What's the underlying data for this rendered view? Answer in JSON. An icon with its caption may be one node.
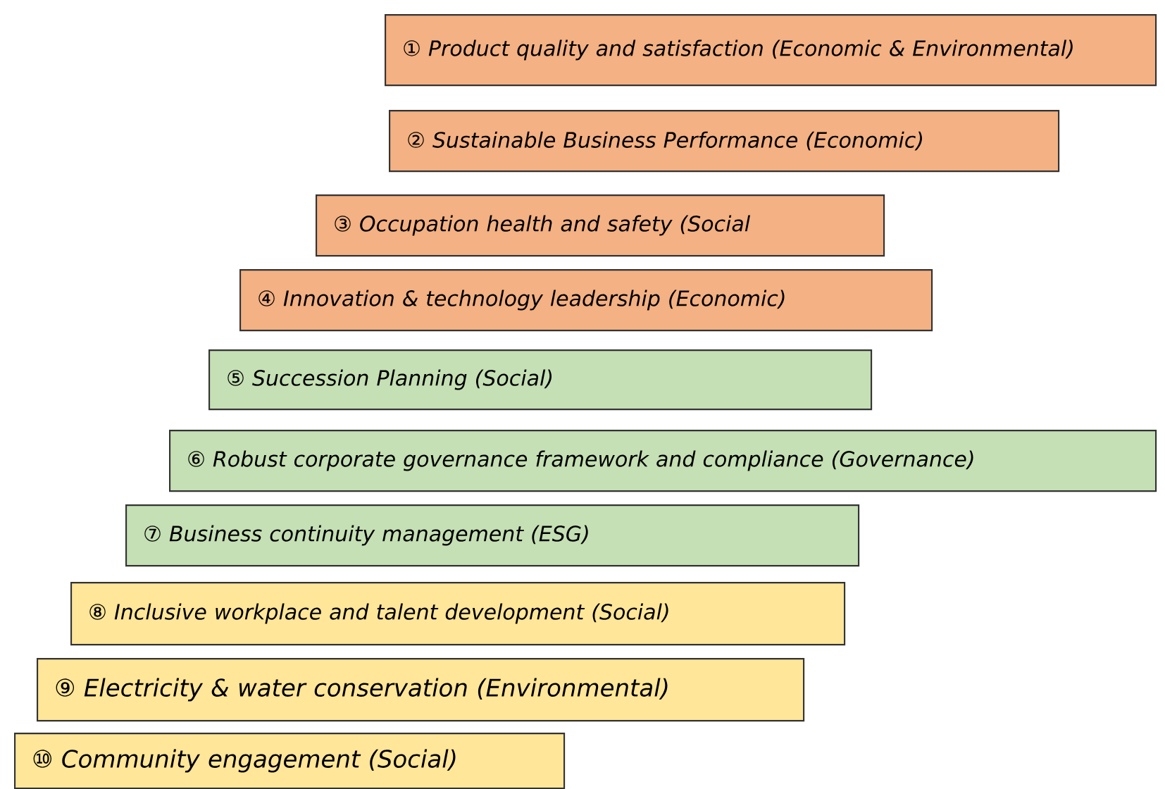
{
  "diagram": {
    "nodes": [
      {
        "text": [
          "① Product quality and satisfaction (Economic & Environmental)"
        ]
      },
      {
        "text": [
          "② Sustainable Business Performance (Economic)"
        ]
      },
      {
        "text": [
          "③ Occupation health and safety (Social"
        ]
      },
      {
        "text": [
          "④ Innovation & technology leadership (Economic)"
        ]
      },
      {
        "text": [
          "⑤ Succession Planning (Social)"
        ]
      },
      {
        "text": [
          "⑥ Robust corporate governance framework and compliance (Governance)"
        ]
      },
      {
        "text": [
          "⑦ Business continuity management (ESG)"
        ]
      },
      {
        "text": [
          "⑧ Inclusive workplace and talent development (Social)"
        ]
      },
      {
        "text": [
          "⑨ Electricity & water conservation (Environmental)"
        ]
      },
      {
        "text": [
          "⑩ Community engagement (Social)"
        ]
      }
    ]
  }
}
